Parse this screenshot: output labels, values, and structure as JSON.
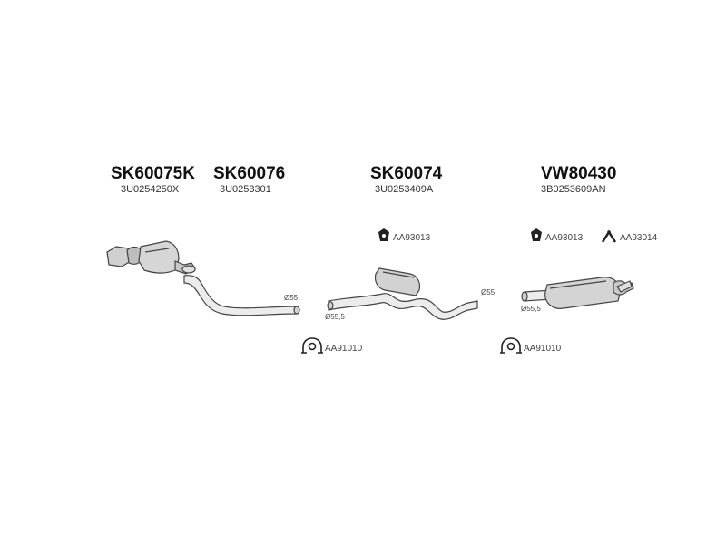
{
  "groups": [
    {
      "code": "SK60075K",
      "oem": "3U0254250X"
    },
    {
      "code": "SK60076",
      "oem": "3U0253301"
    },
    {
      "code": "SK60074",
      "oem": "3U0253409A"
    },
    {
      "code": "VW80430",
      "oem": "3B0253609AN"
    }
  ],
  "hardware": [
    {
      "part": "AA93013",
      "icon": "rubber-mount-icon"
    },
    {
      "part": "AA93013",
      "icon": "rubber-mount-icon"
    },
    {
      "part": "AA93014",
      "icon": "hanger-bracket-icon"
    },
    {
      "part": "AA91010",
      "icon": "pipe-clamp-icon"
    },
    {
      "part": "AA91010",
      "icon": "pipe-clamp-icon"
    }
  ],
  "diameters": [
    "Ø55",
    "Ø55,5",
    "Ø55",
    "Ø55,5"
  ]
}
